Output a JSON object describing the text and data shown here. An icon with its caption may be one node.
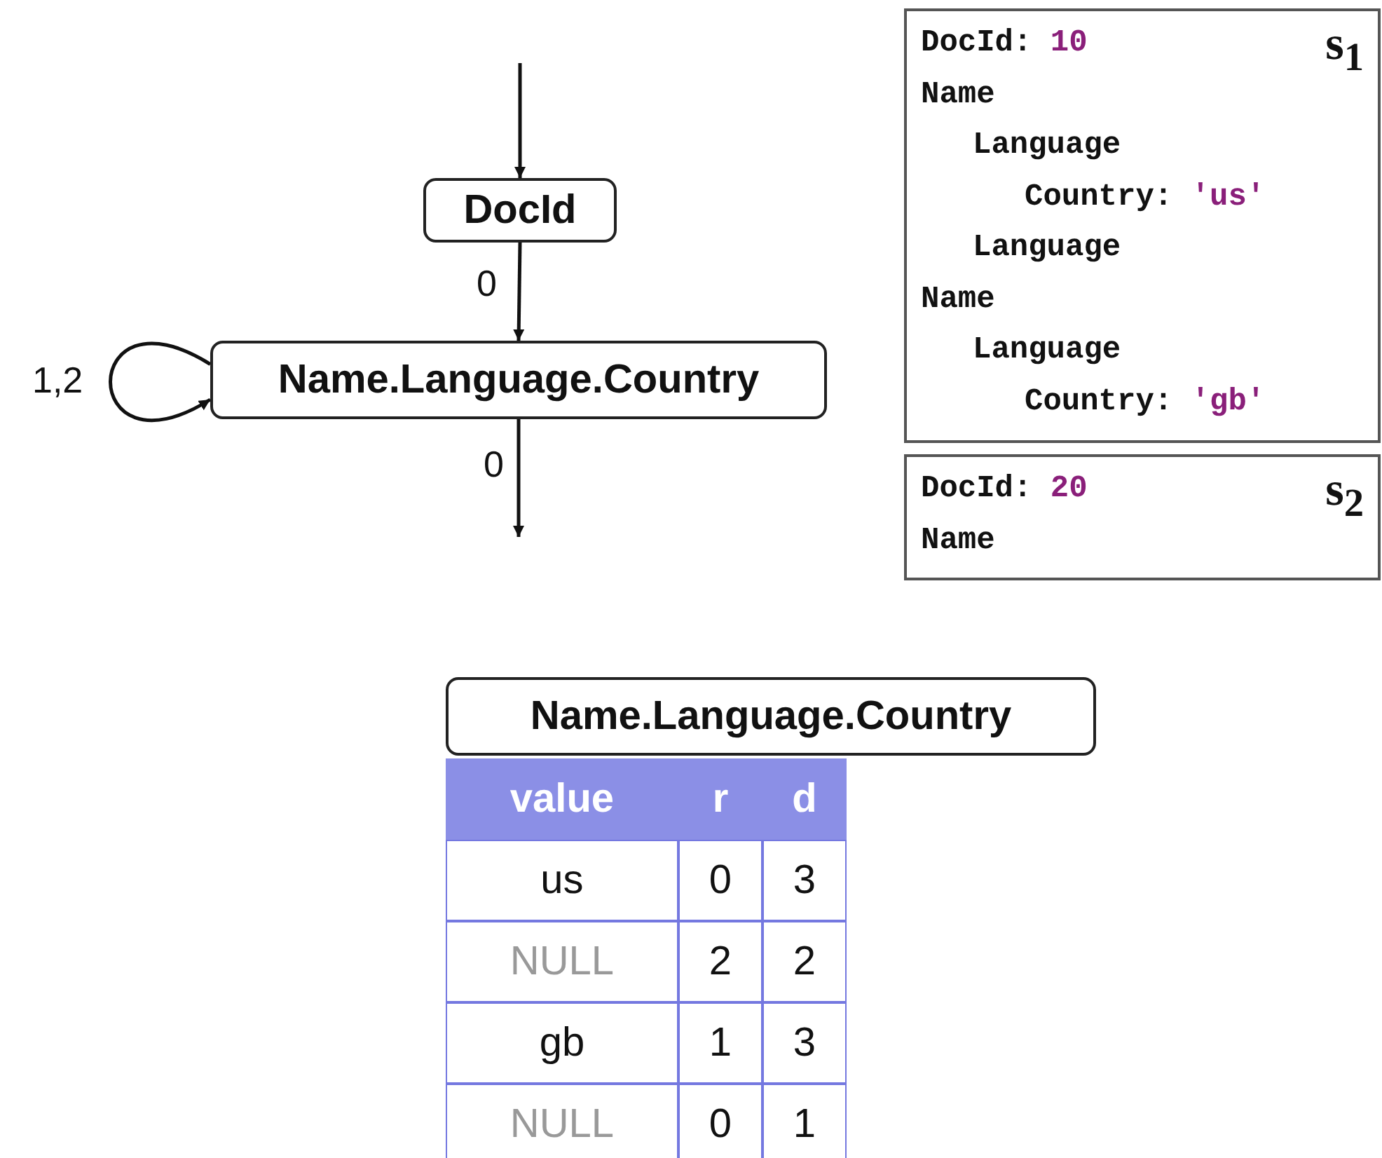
{
  "diagram": {
    "nodes": [
      {
        "text": [
          "DocId"
        ]
      },
      {
        "text": [
          "Name.Language.Country"
        ]
      },
      {
        "text": [
          "DocId: 10",
          "s$_{1}$",
          "Name",
          "Language",
          "Country: 'us'",
          "Language",
          "Name",
          "Language",
          "Country: 'gb'"
        ]
      },
      {
        "text": [
          "DocId: 20",
          "s$_{2}$",
          "Name"
        ]
      },
      {
        "text": [
          "Name.Language.Country"
        ]
      }
    ],
    "edges": [
      {
        "from": null,
        "to": 0,
        "arrow": "to"
      },
      {
        "from": 0,
        "to": 1,
        "arrow": "to",
        "label": "0"
      },
      {
        "from": 1,
        "to": 1,
        "arrow": "to",
        "label": "1,2"
      },
      {
        "from": 1,
        "to": null,
        "arrow": "to",
        "label": "0"
      }
    ],
    "labels": [
      "value",
      "r",
      "d",
      "us",
      "0",
      "3",
      "NULL",
      "2",
      "2",
      "gb",
      "1",
      "3",
      "NULL",
      "0",
      "1"
    ]
  }
}
